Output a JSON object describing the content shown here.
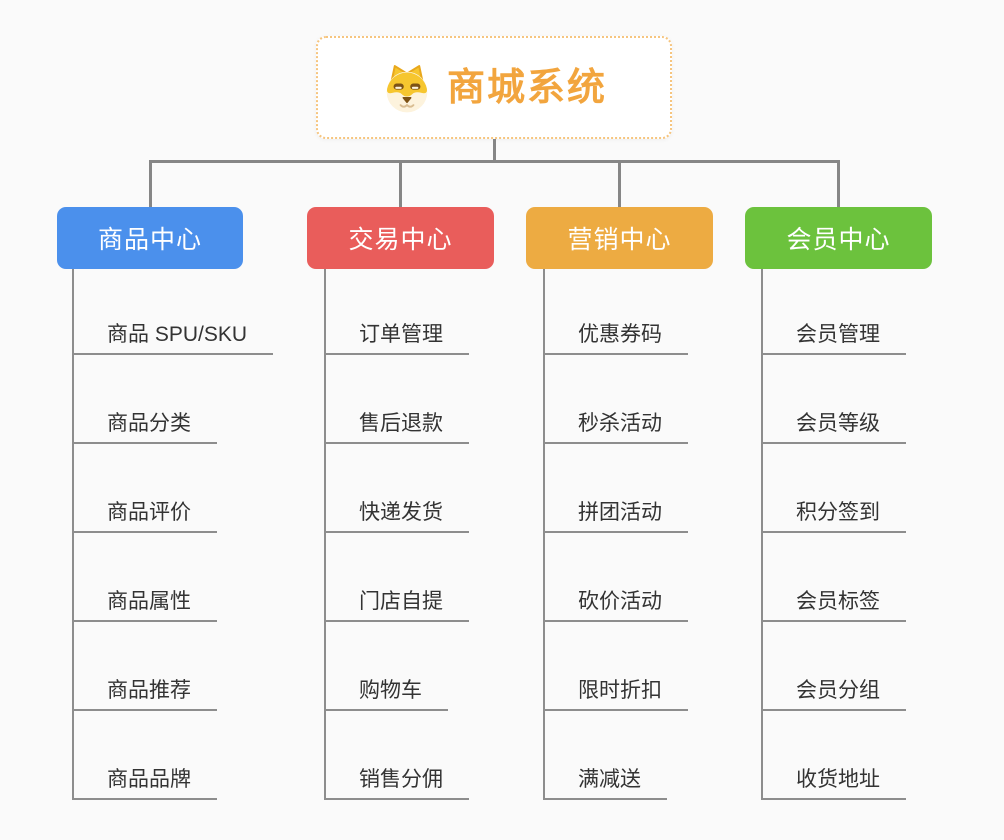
{
  "root": {
    "label": "商城系统",
    "icon": "dog-face-icon",
    "text_color": "#f2a53e",
    "border_color": "#f6c57f"
  },
  "branches": [
    {
      "label": "商品中心",
      "color": "#4b90ec",
      "children": [
        "商品 SPU/SKU",
        "商品分类",
        "商品评价",
        "商品属性",
        "商品推荐",
        "商品品牌"
      ]
    },
    {
      "label": "交易中心",
      "color": "#e95d5b",
      "children": [
        "订单管理",
        "售后退款",
        "快递发货",
        "门店自提",
        "购物车",
        "销售分佣"
      ]
    },
    {
      "label": "营销中心",
      "color": "#edab42",
      "children": [
        "优惠券码",
        "秒杀活动",
        "拼团活动",
        "砍价活动",
        "限时折扣",
        "满减送"
      ]
    },
    {
      "label": "会员中心",
      "color": "#6cc23d",
      "children": [
        "会员管理",
        "会员等级",
        "积分签到",
        "会员标签",
        "会员分组",
        "收货地址"
      ]
    }
  ],
  "colors": {
    "background": "#fafafa",
    "connector": "#868686",
    "leaf_text": "#333333",
    "header_text": "#ffffff"
  }
}
